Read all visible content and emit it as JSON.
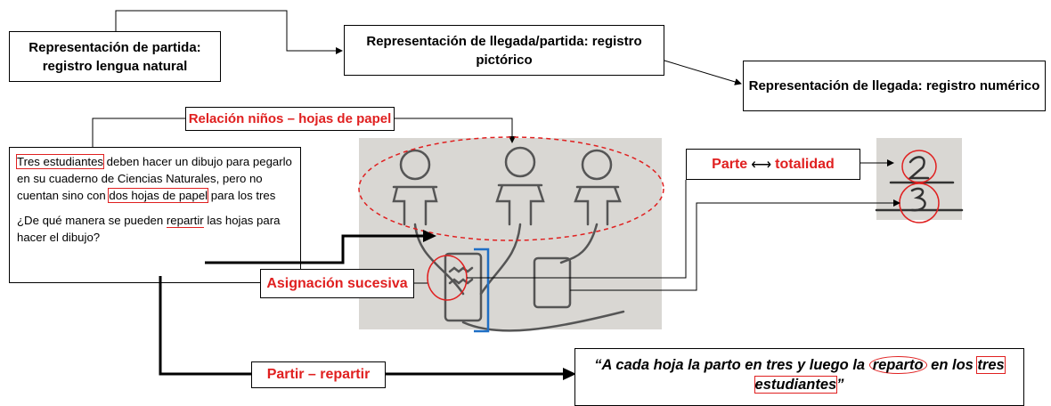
{
  "boxes": {
    "start": "Representación de partida: registro lengua natural",
    "middle": "Representación de llegada/partida: registro pictórico",
    "end": "Representación de llegada: registro numérico"
  },
  "labels": {
    "relation": "Relación niños – hojas de papel",
    "part_whole_left": "Parte",
    "part_whole_right": "totalidad",
    "assignment": "Asignación sucesiva",
    "split": "Partir – repartir"
  },
  "problem": {
    "p1_hl1": "Tres estudiantes",
    "p1_a": " deben hacer un dibujo para pegarlo en su cuaderno de Ciencias Naturales, pero no cuentan sino con ",
    "p1_hl2": "dos hojas de papel",
    "p1_b": " para los tres",
    "p2_a": "¿De qué manera se pueden ",
    "p2_ul": "repartir",
    "p2_b": " las hojas para hacer el dibujo?"
  },
  "quote": {
    "q_a": "“A cada hoja la parto en tres y luego la ",
    "q_circ": "reparto",
    "q_b": " en los ",
    "q_box": "tres estudiantes",
    "q_c": "”"
  },
  "fraction": {
    "numerator": "2",
    "denominator": "3"
  },
  "colors": {
    "red": "#e02020",
    "blue": "#1f6fc5",
    "photo_bg": "#d9d7d3"
  }
}
